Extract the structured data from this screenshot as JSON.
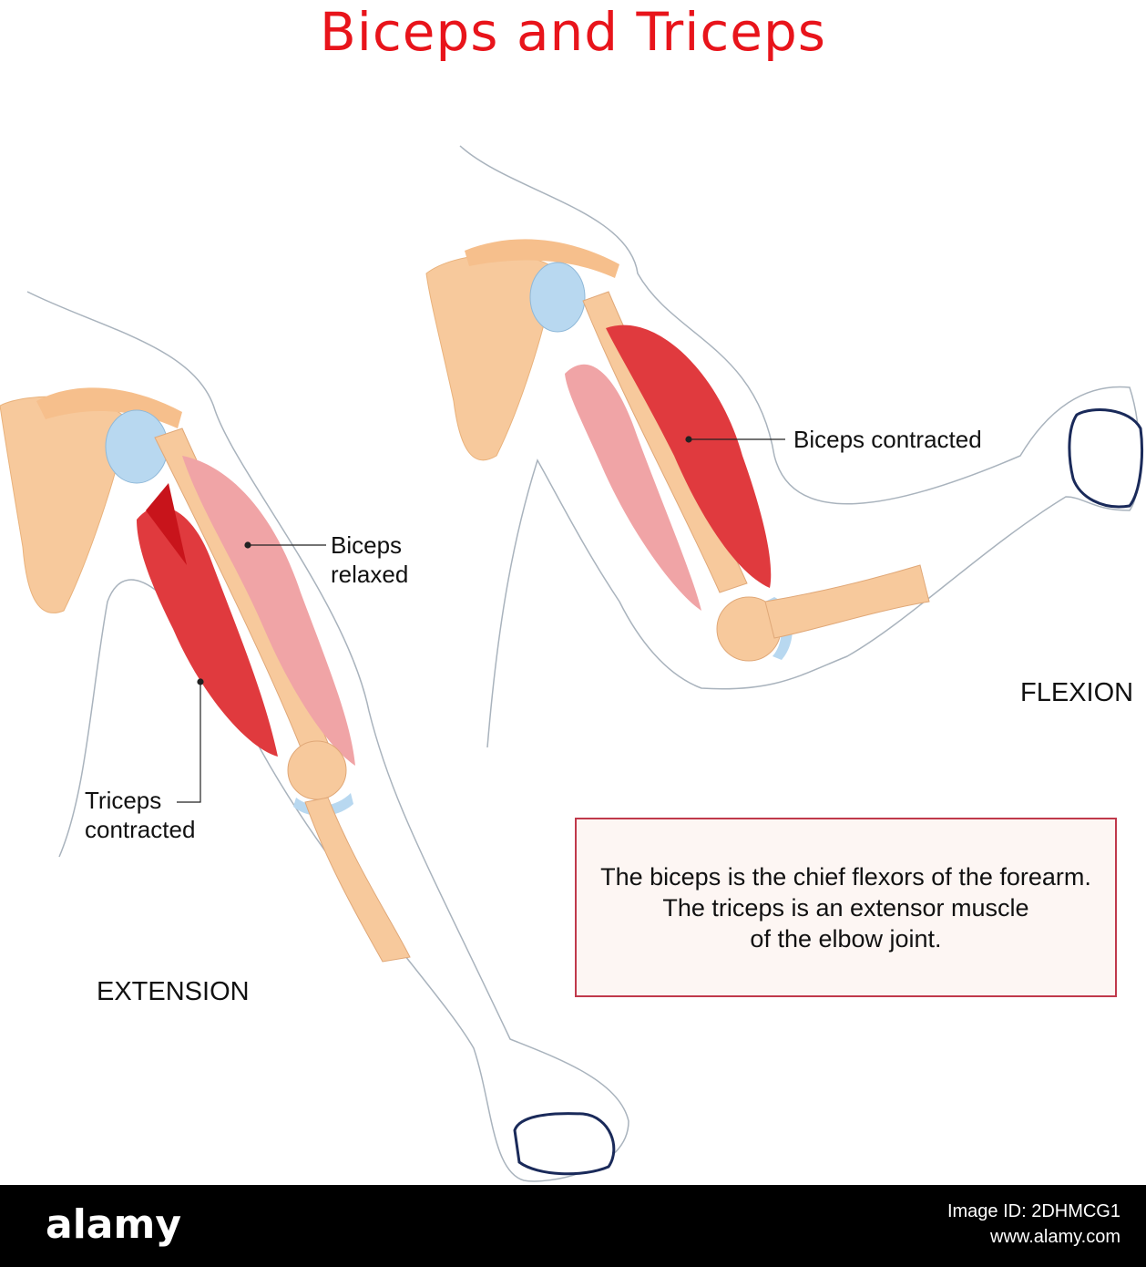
{
  "title": "Biceps and Triceps",
  "labels": {
    "biceps_relaxed": [
      "Biceps",
      "relaxed"
    ],
    "triceps_contracted": [
      "Triceps",
      "contracted"
    ],
    "biceps_contracted": "Biceps contracted",
    "extension": "EXTENSION",
    "flexion": "FLEXION"
  },
  "note": {
    "lines": [
      "The biceps is the chief flexors of the forearm.",
      "The triceps is an extensor muscle",
      "of the elbow joint."
    ]
  },
  "footer": {
    "logo": "alamy",
    "image_id": "Image ID: 2DHMCG1",
    "site": "www.alamy.com"
  },
  "colors": {
    "title": "#e8141b",
    "muscle_red": "#e03a3e",
    "muscle_pale": "#f0a4a6",
    "bone": "#f7c99c",
    "cartilage": "#b8d8f0"
  }
}
